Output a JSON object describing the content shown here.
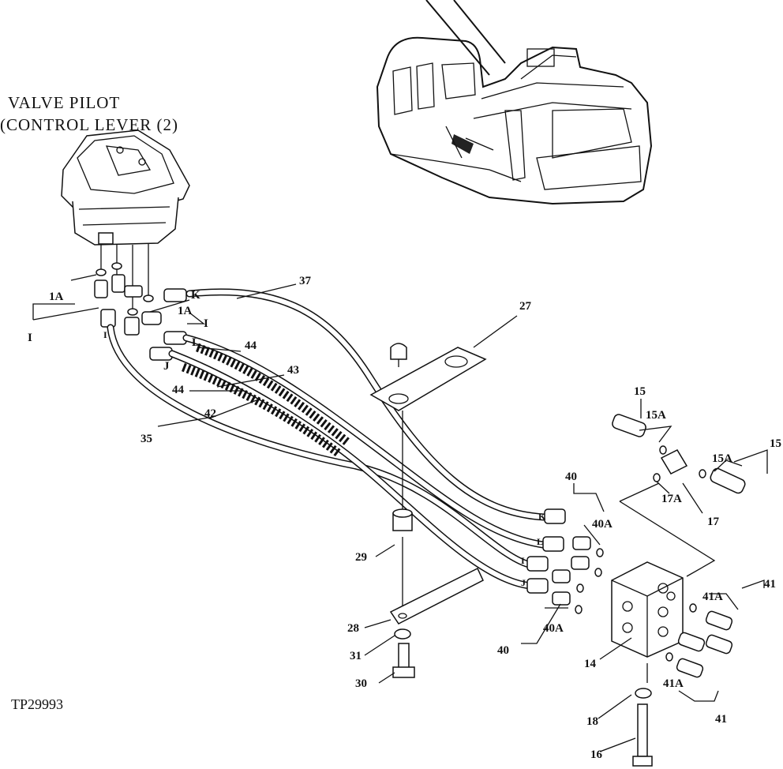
{
  "title_line1": "VALVE PILOT",
  "title_line2": "(CONTROL LEVER (2)",
  "figure_code": "TP29993",
  "callouts": {
    "c1A_a": "1A",
    "c1A_b": "1A",
    "cI_a": "I",
    "cI_b": "I",
    "cK_a": "K",
    "cI_c": "I",
    "cL_a": "L",
    "cJ_a": "J",
    "c37": "37",
    "c44_a": "44",
    "c43": "43",
    "c44_b": "44",
    "c42": "42",
    "c35": "35",
    "c27": "27",
    "c29": "29",
    "c28": "28",
    "c31": "31",
    "c30": "30",
    "c15_a": "15",
    "c15A_a": "15A",
    "c15_b": "15",
    "c15A_b": "15A",
    "c17A": "17A",
    "c17": "17",
    "c40_a": "40",
    "c40A_a": "40A",
    "c40A_b": "40A",
    "c40_b": "40",
    "cK_b": "K",
    "cL_b": "L",
    "cI_d": "I",
    "cJ_b": "J",
    "c41A_a": "41A",
    "c41_a": "41",
    "c41A_b": "41A",
    "c41_b": "41",
    "c14": "14",
    "c18": "18",
    "c16": "16"
  }
}
